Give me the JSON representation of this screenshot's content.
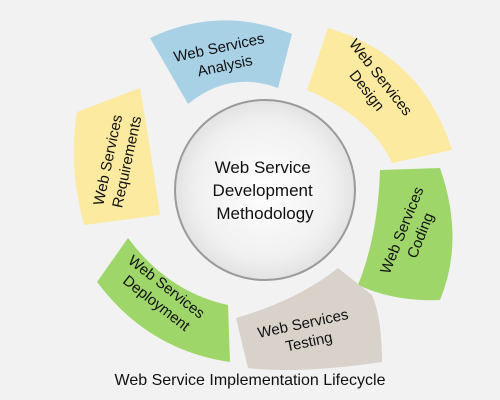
{
  "center": {
    "line1": "Web Service",
    "line2": "Development",
    "line3": "Methodology"
  },
  "stages": [
    {
      "line1": "Web Services",
      "line2": "Analysis",
      "color": "#a9d1e6"
    },
    {
      "line1": "Web Services",
      "line2": "Design",
      "color": "#fbeaa0"
    },
    {
      "line1": "Web Services",
      "line2": "Coding",
      "color": "#9fd66a"
    },
    {
      "line1": "Web Services",
      "line2": "Testing",
      "color": "#d8d2cb"
    },
    {
      "line1": "Web Services",
      "line2": "Deployment",
      "color": "#9fd66a"
    },
    {
      "line1": "Web Services",
      "line2": "Requirements",
      "color": "#fbeaa0"
    }
  ],
  "caption": "Web Service Implementation Lifecycle"
}
